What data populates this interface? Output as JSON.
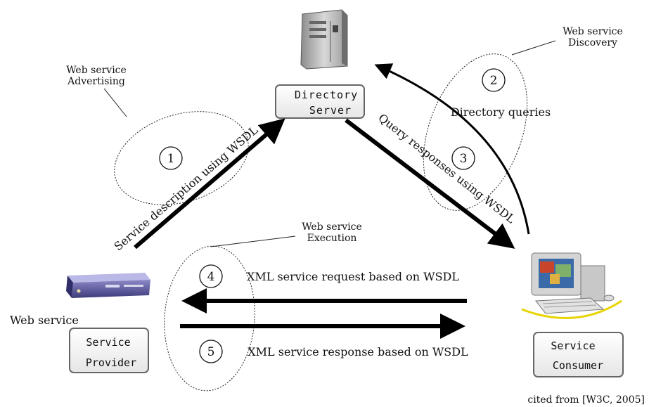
{
  "nodes": {
    "directory_server": {
      "line1": "Directory",
      "line2": "Server"
    },
    "service_provider": {
      "caption": "Web service",
      "line1": "Service",
      "line2": "Provider"
    },
    "service_consumer": {
      "line1": "Service",
      "line2": "Consumer"
    }
  },
  "regions": {
    "advertising": {
      "line1": "Web service",
      "line2": "Advertising"
    },
    "discovery": {
      "line1": "Web service",
      "line2": "Discovery"
    },
    "execution": {
      "line1": "Web service",
      "line2": "Execution"
    }
  },
  "steps": [
    {
      "number": "1",
      "label": "Service description using WSDL"
    },
    {
      "number": "2",
      "label": "Directory queries"
    },
    {
      "number": "3",
      "label": "Query responses using WSDL"
    },
    {
      "number": "4",
      "label": "XML service request based on WSDL"
    },
    {
      "number": "5",
      "label": "XML service response based on WSDL"
    }
  ],
  "citation": "cited from [W3C, 2005]"
}
